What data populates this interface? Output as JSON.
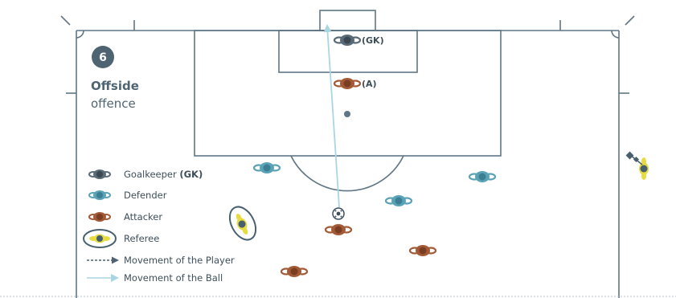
{
  "badge": {
    "number": "6"
  },
  "title": {
    "line1": "Offside",
    "line2": "offence"
  },
  "labels": {
    "goalkeeper_tag": "(GK)",
    "attacker_tag": "(A)"
  },
  "legend": {
    "goalkeeper": "Goalkeeper",
    "goalkeeper_abbr": "(GK)",
    "defender": "Defender",
    "attacker": "Attacker",
    "referee": "Referee",
    "player_movement": "Movement of the Player",
    "ball_movement": "Movement of the Ball"
  },
  "colors": {
    "lines": "#5f7684",
    "goalkeeper": "#5a6b78",
    "defender": "#5aa3b7",
    "attacker": "#a35a36",
    "referee_kit": "#e6dc42",
    "referee_head": "#48606e",
    "ball_path": "#a9d6e3",
    "badge": "#4f6472"
  }
}
